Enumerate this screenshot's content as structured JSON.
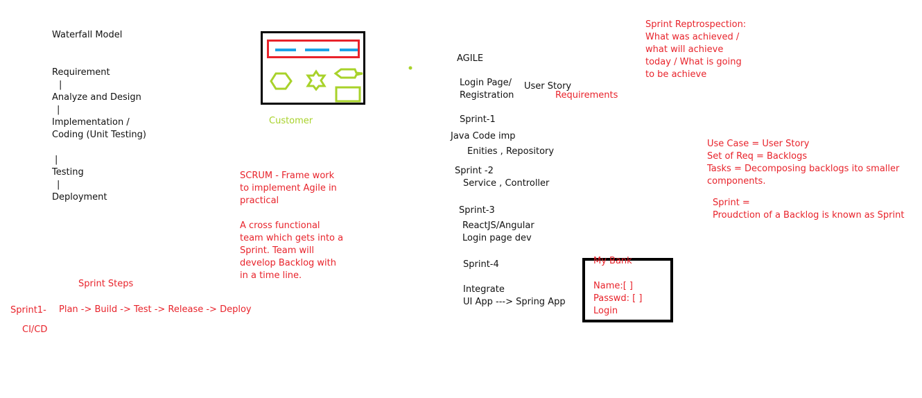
{
  "colors": {
    "text": "#111111",
    "red": "#e8232b",
    "lime": "#a8d22a",
    "blue": "#1aa3e8",
    "black": "#000000"
  },
  "waterfall": {
    "title": "Waterfall Model",
    "steps": [
      "Requirement",
      "Analyze and Design",
      "Implementation /",
      "Coding  (Unit Testing)",
      "Testing",
      "Deployment"
    ],
    "connector": "|"
  },
  "customer_sketch": {
    "label": "Customer"
  },
  "scrum": {
    "lines": [
      "SCRUM - Frame work",
      "to implement Agile in",
      "practical",
      "",
      "A cross functional",
      "team which gets into a",
      "Sprint. Team will",
      "develop Backlog with",
      "in a time line."
    ]
  },
  "sprint_steps": {
    "heading": "Sprint Steps",
    "sprint_label": "Sprint1-",
    "flow": "Plan -> Build -> Test -> Release -> Deploy",
    "cicd": "CI/CD"
  },
  "agile": {
    "title": "AGILE",
    "login_page": [
      "Login Page/",
      "Registration"
    ],
    "user_story": "User Story",
    "requirements": "Requirements",
    "sprint1": "Sprint-1",
    "java_code": "Java Code imp",
    "entities": "Enities , Repository",
    "sprint2": "Sprint -2",
    "service": "Service , Controller",
    "sprint3": "Sprint-3",
    "react": [
      "ReactJS/Angular",
      "Login page dev"
    ],
    "sprint4": "Sprint-4",
    "integrate": [
      "Integrate",
      "UI App ---> Spring App"
    ]
  },
  "bank_form": {
    "title": "My Bank",
    "lines": [
      "Name:[       ]",
      "Passwd: [     ]",
      "Login"
    ]
  },
  "retrospection": {
    "lines": [
      "Sprint Reptrospection:",
      "What was achieved /",
      "what will achieve",
      "today / What is going",
      "to be achieve"
    ]
  },
  "definitions": {
    "lines": [
      "Use Case = User Story",
      "Set of Req = Backlogs",
      "Tasks = Decomposing backlogs ito smaller",
      "components."
    ],
    "sprint_def": [
      "Sprint =",
      "Proudction of a Backlog is known as Sprint"
    ]
  }
}
